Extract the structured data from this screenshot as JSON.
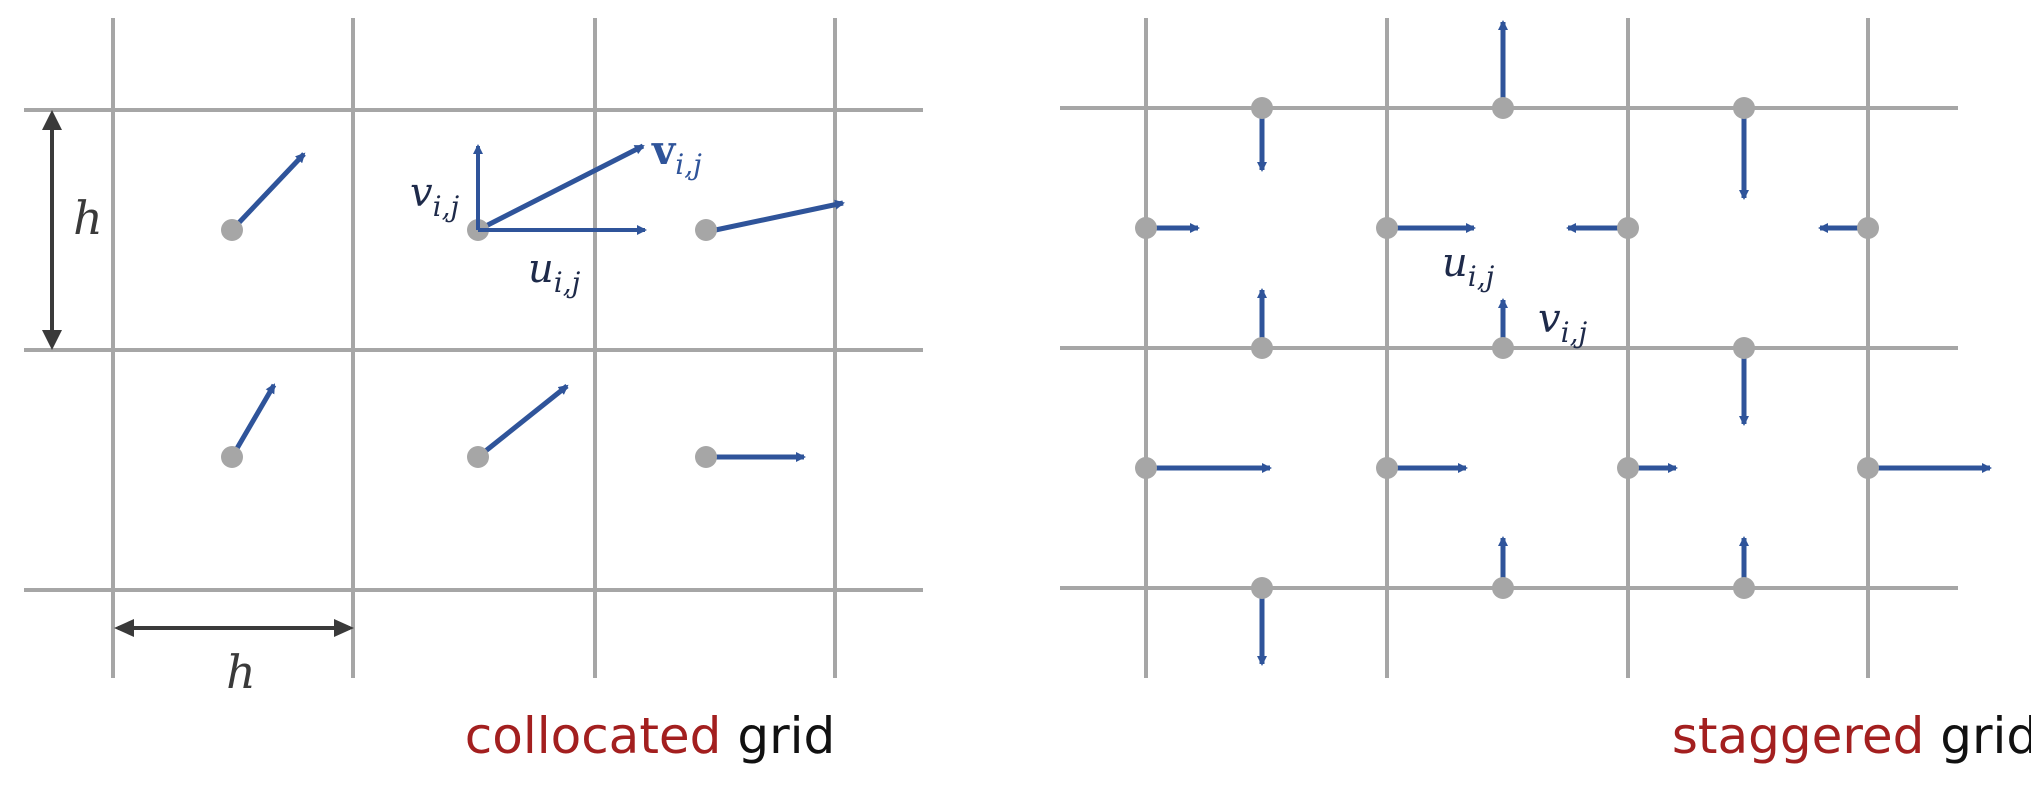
{
  "colors": {
    "grid": "#a6a6a6",
    "node": "#a6a6a6",
    "arrow": "#2f549a",
    "dimension": "#3a3a3a",
    "math": "#1e2a4a",
    "keyword": "#a31f1f"
  },
  "collocated": {
    "caption_keyword": "collocated",
    "caption_rest": " grid",
    "dimension_label": "h",
    "velocity_label": "v",
    "u_label": "u",
    "subscript": "i,j"
  },
  "staggered": {
    "caption_keyword": "staggered",
    "caption_rest": " grid",
    "u_label": "u",
    "v_label": "v",
    "subscript": "i,j"
  },
  "icons": {
    "arrowhead": "triangle-arrowhead-icon",
    "node": "grid-node-dot-icon"
  }
}
